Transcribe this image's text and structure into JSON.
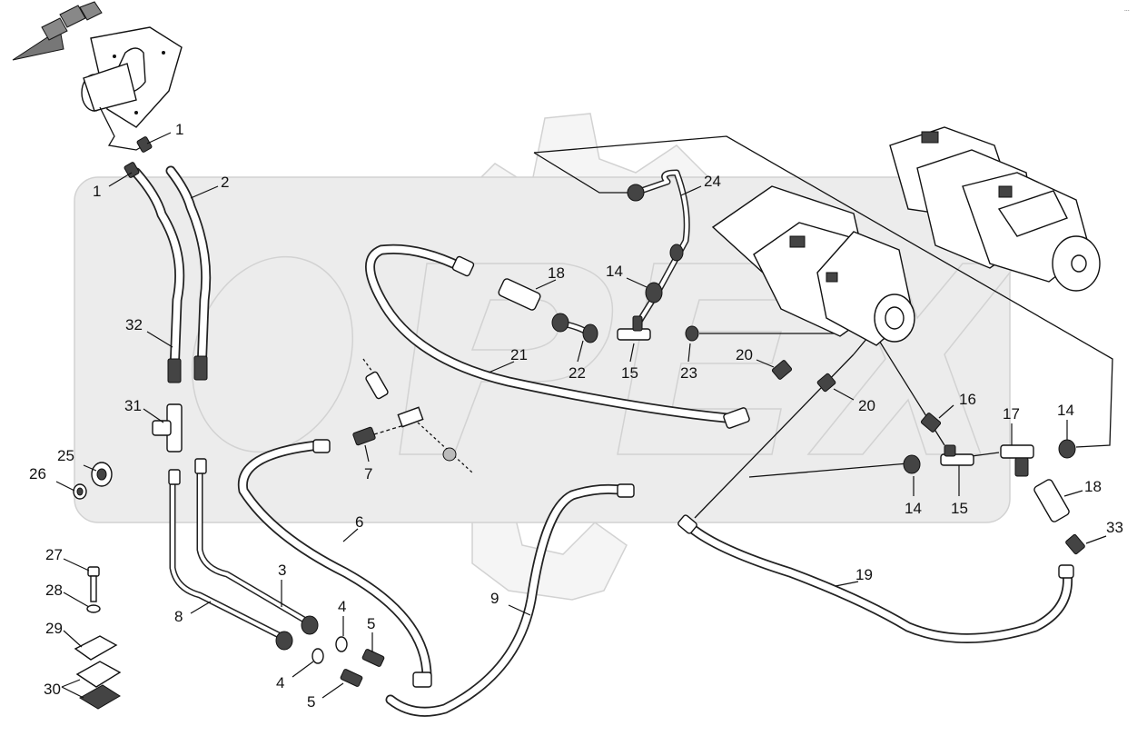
{
  "corner_text": "...",
  "callouts": {
    "c1a": "1",
    "c1b": "1",
    "c2": "2",
    "c3": "3",
    "c4a": "4",
    "c4b": "4",
    "c5a": "5",
    "c5b": "5",
    "c6": "6",
    "c7": "7",
    "c8": "8",
    "c9": "9",
    "c14a": "14",
    "c14b": "14",
    "c14c": "14",
    "c15a": "15",
    "c15b": "15",
    "c16": "16",
    "c17": "17",
    "c18a": "18",
    "c18b": "18",
    "c19": "19",
    "c20a": "20",
    "c20b": "20",
    "c21": "21",
    "c22": "22",
    "c23": "23",
    "c24": "24",
    "c25": "25",
    "c26": "26",
    "c27": "27",
    "c28": "28",
    "c29": "29",
    "c30": "30",
    "c31": "31",
    "c32": "32",
    "c33": "33"
  },
  "colors": {
    "line": "#111111",
    "watermark": "#ececec",
    "background": "#ffffff"
  }
}
